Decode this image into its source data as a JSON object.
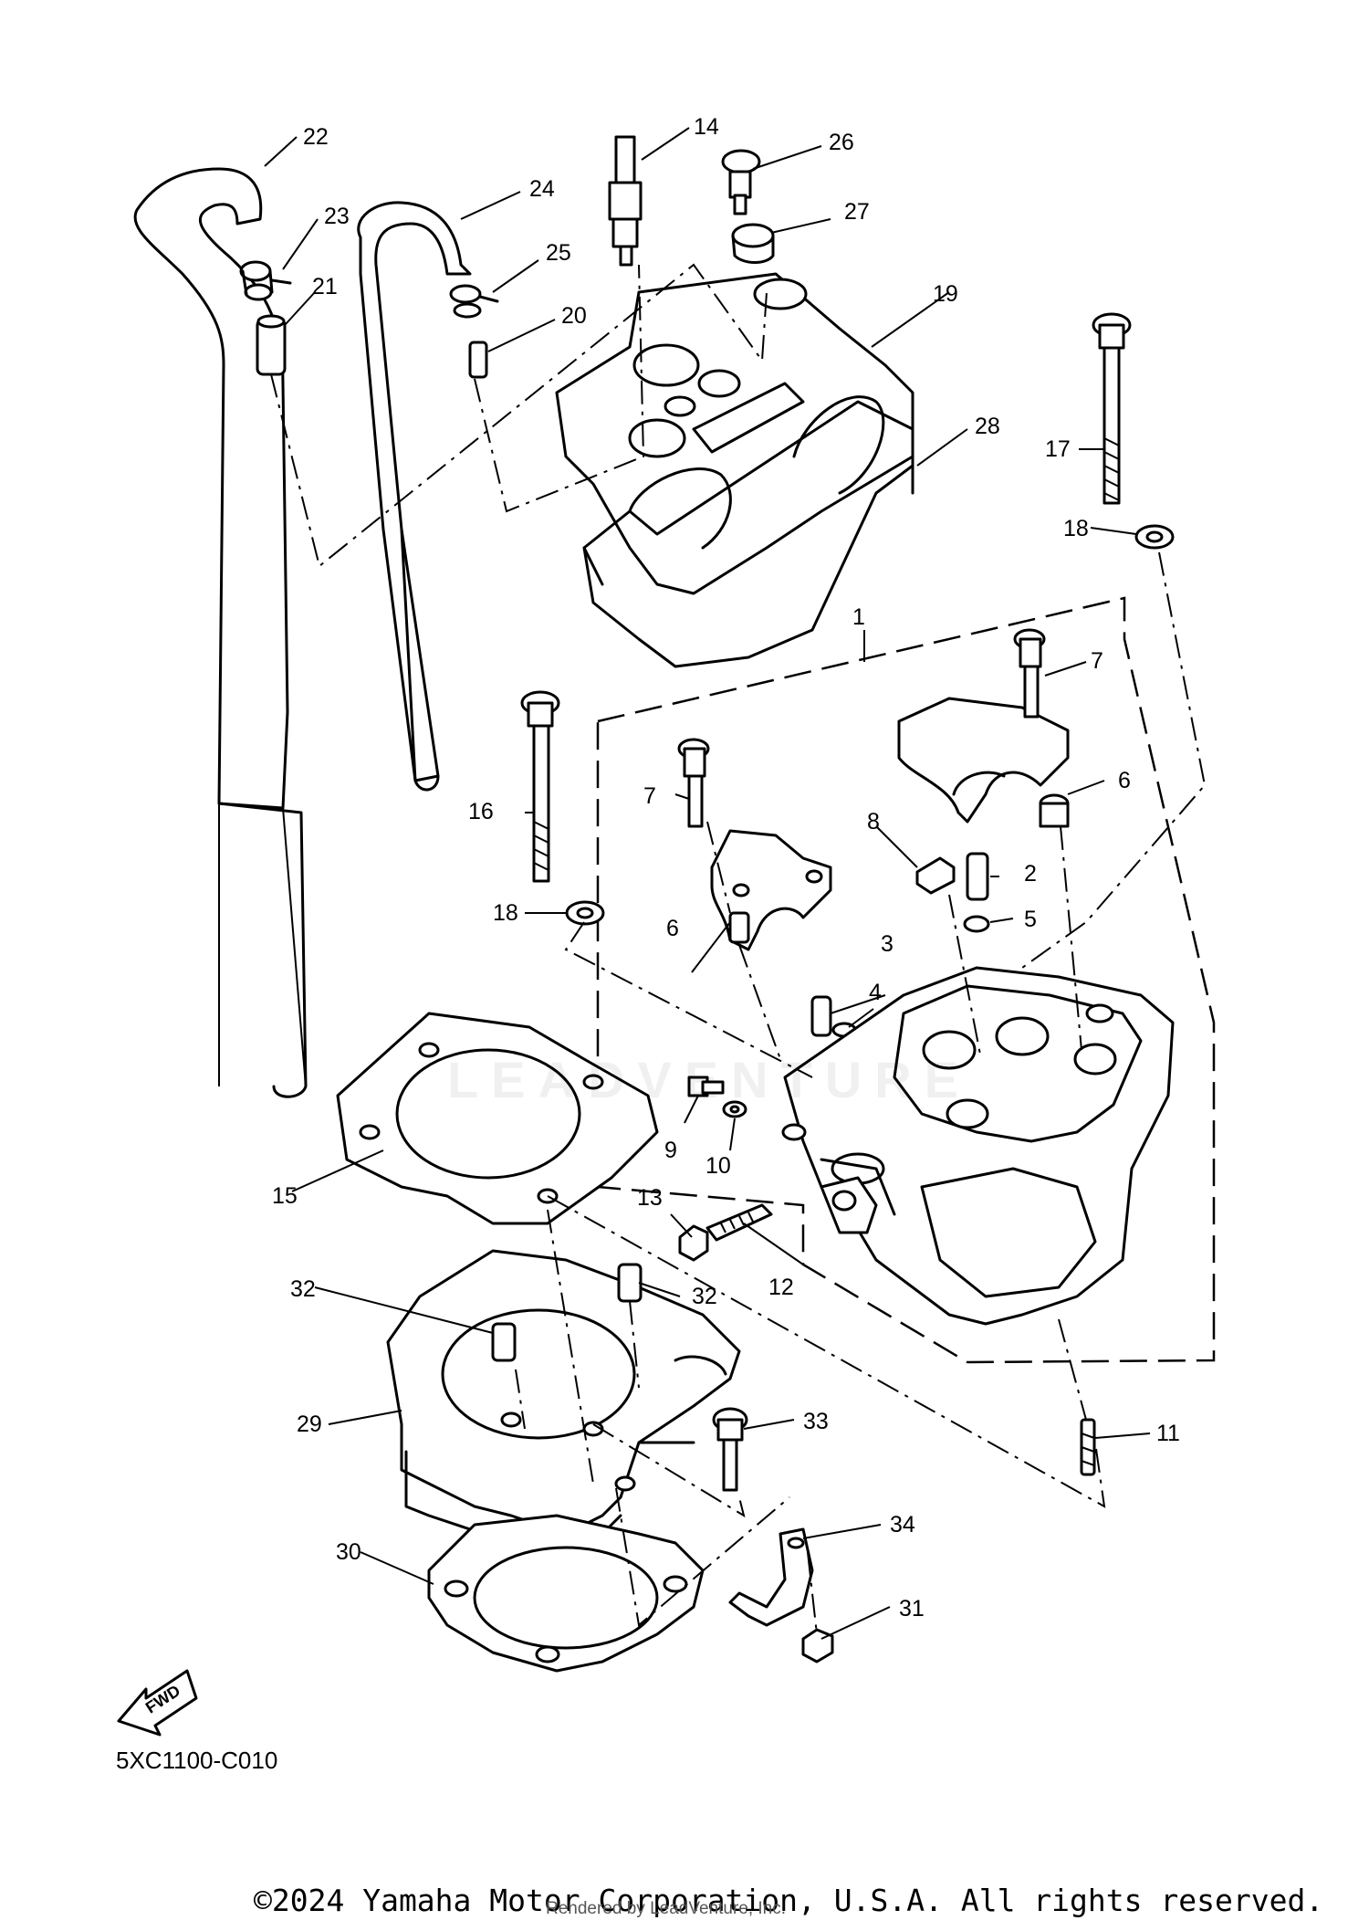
{
  "diagram": {
    "labels": {
      "l1": "1",
      "l2": "2",
      "l3": "3",
      "l4": "4",
      "l5": "5",
      "l6a": "6",
      "l6b": "6",
      "l7a": "7",
      "l7b": "7",
      "l8": "8",
      "l9": "9",
      "l10": "10",
      "l11": "11",
      "l12": "12",
      "l13": "13",
      "l14": "14",
      "l15": "15",
      "l16": "16",
      "l17": "17",
      "l18a": "18",
      "l18b": "18",
      "l19": "19",
      "l20": "20",
      "l21": "21",
      "l22": "22",
      "l23": "23",
      "l24": "24",
      "l25": "25",
      "l26": "26",
      "l27": "27",
      "l28": "28",
      "l29": "29",
      "l30": "30",
      "l31": "31",
      "l32a": "32",
      "l32b": "32",
      "l33": "33",
      "l34": "34"
    },
    "fwd_label": "FWD",
    "diagram_code": "5XC1100-C010",
    "watermark": "LEADVENTURE",
    "copyright": "©2024 Yamaha Motor Corporation, U.S.A. All rights reserved.",
    "rendered_by": "Rendered by LeadVenture, Inc."
  }
}
